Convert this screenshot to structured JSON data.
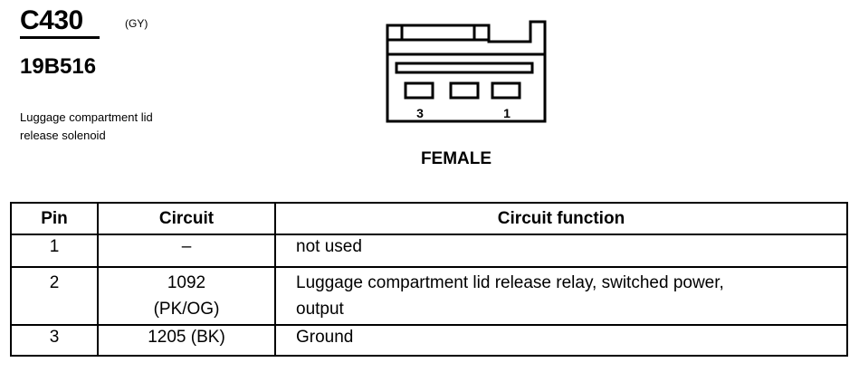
{
  "connector": {
    "id": "C430",
    "color_code": "(GY)",
    "part_number": "19B516",
    "description_lines": [
      "Luggage compartment lid",
      "release solenoid"
    ]
  },
  "drawing": {
    "pin_labels": [
      "3",
      "1"
    ],
    "gender": "FEMALE"
  },
  "table": {
    "headers": [
      "Pin",
      "Circuit",
      "Circuit function"
    ],
    "rows": [
      {
        "pin": "1",
        "circuit_lines": [
          "–"
        ],
        "function_lines": [
          "not used"
        ]
      },
      {
        "pin": "2",
        "circuit_lines": [
          "1092",
          "(PK/OG)"
        ],
        "function_lines": [
          "Luggage compartment lid release relay, switched power,",
          "output"
        ]
      },
      {
        "pin": "3",
        "circuit_lines": [
          "1205 (BK)"
        ],
        "function_lines": [
          "Ground"
        ]
      }
    ]
  }
}
